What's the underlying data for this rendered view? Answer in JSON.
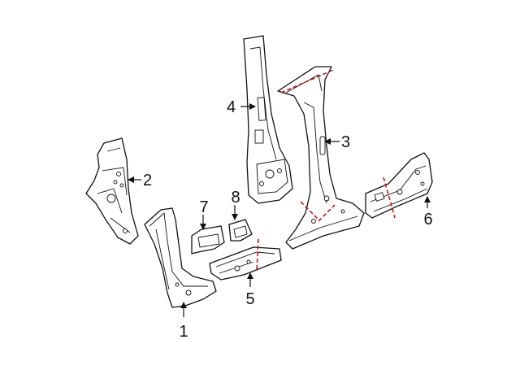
{
  "diagram": {
    "background": "#ffffff",
    "line_color": "#111111",
    "cut_line_color": "#d01010",
    "callouts": [
      {
        "id": "1",
        "label": "1"
      },
      {
        "id": "2",
        "label": "2"
      },
      {
        "id": "3",
        "label": "3"
      },
      {
        "id": "4",
        "label": "4"
      },
      {
        "id": "5",
        "label": "5"
      },
      {
        "id": "6",
        "label": "6"
      },
      {
        "id": "7",
        "label": "7"
      },
      {
        "id": "8",
        "label": "8"
      }
    ]
  }
}
